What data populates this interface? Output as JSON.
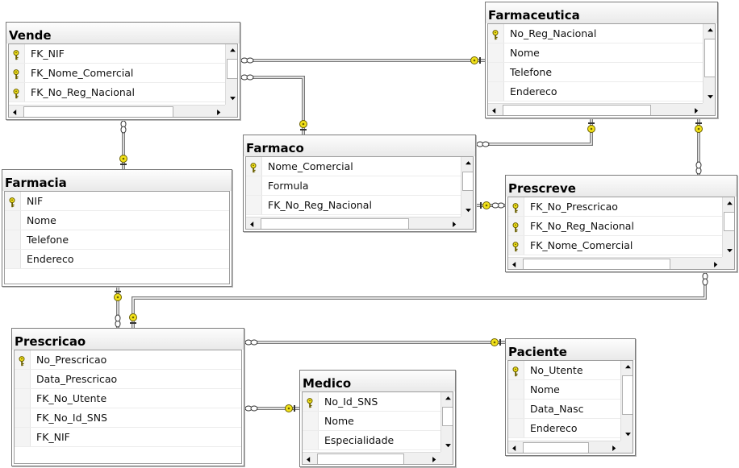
{
  "diagram": {
    "tables": [
      {
        "id": "vende",
        "title": "Vende",
        "scroll": "both",
        "columns": [
          {
            "name": "FK_NIF",
            "key": true
          },
          {
            "name": "FK_Nome_Comercial",
            "key": true
          },
          {
            "name": "FK_No_Reg_Nacional",
            "key": true
          }
        ]
      },
      {
        "id": "farmaceutica",
        "title": "Farmaceutica",
        "scroll": "both",
        "columns": [
          {
            "name": "No_Reg_Nacional",
            "key": true
          },
          {
            "name": "Nome",
            "key": false
          },
          {
            "name": "Telefone",
            "key": false
          },
          {
            "name": "Endereco",
            "key": false
          }
        ]
      },
      {
        "id": "farmacia",
        "title": "Farmacia",
        "scroll": "none",
        "columns": [
          {
            "name": "NIF",
            "key": true
          },
          {
            "name": "Nome",
            "key": false
          },
          {
            "name": "Telefone",
            "key": false
          },
          {
            "name": "Endereco",
            "key": false
          }
        ]
      },
      {
        "id": "farmaco",
        "title": "Farmaco",
        "scroll": "both",
        "columns": [
          {
            "name": "Nome_Comercial",
            "key": true
          },
          {
            "name": "Formula",
            "key": false
          },
          {
            "name": "FK_No_Reg_Nacional",
            "key": false
          }
        ]
      },
      {
        "id": "prescreve",
        "title": "Prescreve",
        "scroll": "both",
        "columns": [
          {
            "name": "FK_No_Prescricao",
            "key": true
          },
          {
            "name": "FK_No_Reg_Nacional",
            "key": true
          },
          {
            "name": "FK_Nome_Comercial",
            "key": true
          }
        ]
      },
      {
        "id": "prescricao",
        "title": "Prescricao",
        "scroll": "none",
        "columns": [
          {
            "name": "No_Prescricao",
            "key": true
          },
          {
            "name": "Data_Prescricao",
            "key": false
          },
          {
            "name": "FK_No_Utente",
            "key": false
          },
          {
            "name": "FK_No_Id_SNS",
            "key": false
          },
          {
            "name": "FK_NIF",
            "key": false
          }
        ]
      },
      {
        "id": "medico",
        "title": "Medico",
        "scroll": "both",
        "columns": [
          {
            "name": "No_Id_SNS",
            "key": true
          },
          {
            "name": "Nome",
            "key": false
          },
          {
            "name": "Especialidade",
            "key": false
          }
        ]
      },
      {
        "id": "paciente",
        "title": "Paciente",
        "scroll": "both",
        "columns": [
          {
            "name": "No_Utente",
            "key": true
          },
          {
            "name": "Nome",
            "key": false
          },
          {
            "name": "Data_Nasc",
            "key": false
          },
          {
            "name": "Endereco",
            "key": false
          }
        ]
      }
    ],
    "relationships": [
      {
        "from": "vende",
        "to": "farmaceutica"
      },
      {
        "from": "vende",
        "to": "farmaco"
      },
      {
        "from": "vende",
        "to": "farmacia"
      },
      {
        "from": "farmaco",
        "to": "farmaceutica"
      },
      {
        "from": "prescreve",
        "to": "farmaceutica"
      },
      {
        "from": "prescreve",
        "to": "farmaco"
      },
      {
        "from": "prescreve",
        "to": "prescricao"
      },
      {
        "from": "prescricao",
        "to": "farmacia"
      },
      {
        "from": "prescricao",
        "to": "paciente"
      },
      {
        "from": "prescricao",
        "to": "medico"
      }
    ],
    "colors": {
      "key_fill": "#f2e21a",
      "key_stroke": "#6b6000",
      "line": "#7a7a7a",
      "header": "#ececec"
    }
  }
}
